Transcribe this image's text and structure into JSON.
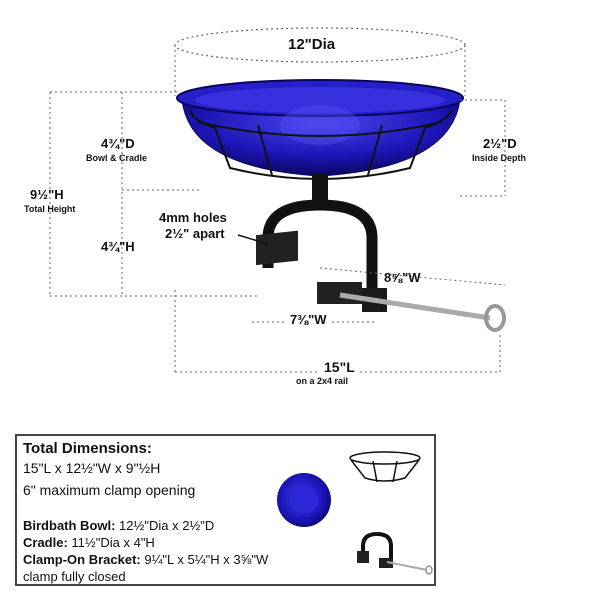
{
  "colors": {
    "bowl": "#1d16b8",
    "bowl_dark": "#0c0870",
    "bowl_light": "#3a36e0",
    "metal": "#111111",
    "rod": "#b8b8b8",
    "dim_line": "#666666",
    "box_border": "#444444"
  },
  "dimensions": {
    "diameter": "12\"Dia",
    "bowl_cradle_depth": "4¾\"D",
    "bowl_cradle_label": "Bowl & Cradle",
    "inside_depth": "2½\"D",
    "inside_depth_label": "Inside Depth",
    "total_height": "9½\"H",
    "total_height_label": "Total Height",
    "bracket_height": "4¾\"H",
    "holes_line1": "4mm holes",
    "holes_line2": "2½\" apart",
    "clamp_width": "8⅝\"W",
    "bracket_width": "7⅜\"W",
    "length": "15\"L",
    "length_label": "on a 2x4 rail"
  },
  "info": {
    "title": "Total Dimensions:",
    "overall": "15\"L x 12½\"W x 9\"½H",
    "clamp_opening": "6\" maximum clamp opening",
    "bowl_label": "Birdbath Bowl:",
    "bowl_value": " 12½\"Dia x 2½\"D",
    "cradle_label": "Cradle:",
    "cradle_value": " 11½\"Dia x 4\"H",
    "bracket_label": "Clamp-On Bracket:",
    "bracket_value": " 9¼\"L  x 5¼\"H x 3⅝\"W",
    "bracket_note": "clamp fully closed"
  }
}
